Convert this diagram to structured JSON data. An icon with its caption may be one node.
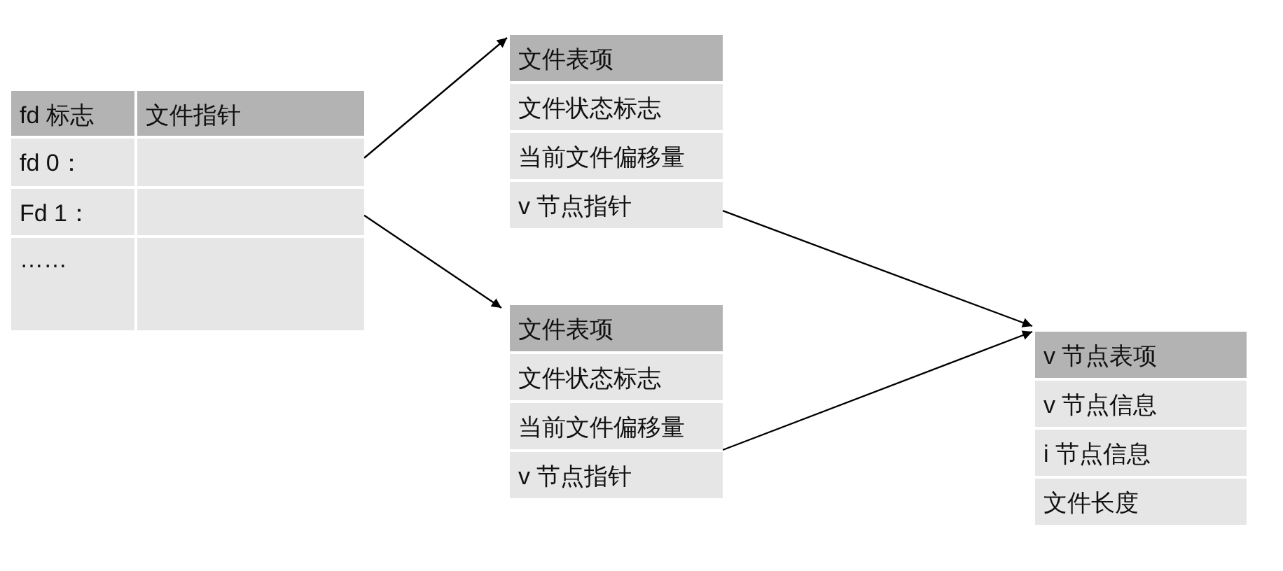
{
  "diagram": {
    "nodes": [
      {
        "text": [
          "fd 标志",
          "文件指针",
          "fd 0：",
          "Fd 1：",
          "……"
        ]
      },
      {
        "text": [
          "文件表项",
          "文件状态标志",
          "当前文件偏移量",
          "v 节点指针"
        ]
      },
      {
        "text": [
          "文件表项",
          "文件状态标志",
          "当前文件偏移量",
          "v 节点指针"
        ]
      },
      {
        "text": [
          "v 节点表项",
          "v 节点信息",
          "i 节点信息",
          "文件长度"
        ]
      }
    ],
    "edges": [
      {
        "from": 0,
        "to": 1,
        "arrow": "to"
      },
      {
        "from": 0,
        "to": 2,
        "arrow": "to"
      },
      {
        "from": 1,
        "to": 3,
        "arrow": "to"
      },
      {
        "from": 2,
        "to": 3,
        "arrow": "to"
      }
    ]
  }
}
